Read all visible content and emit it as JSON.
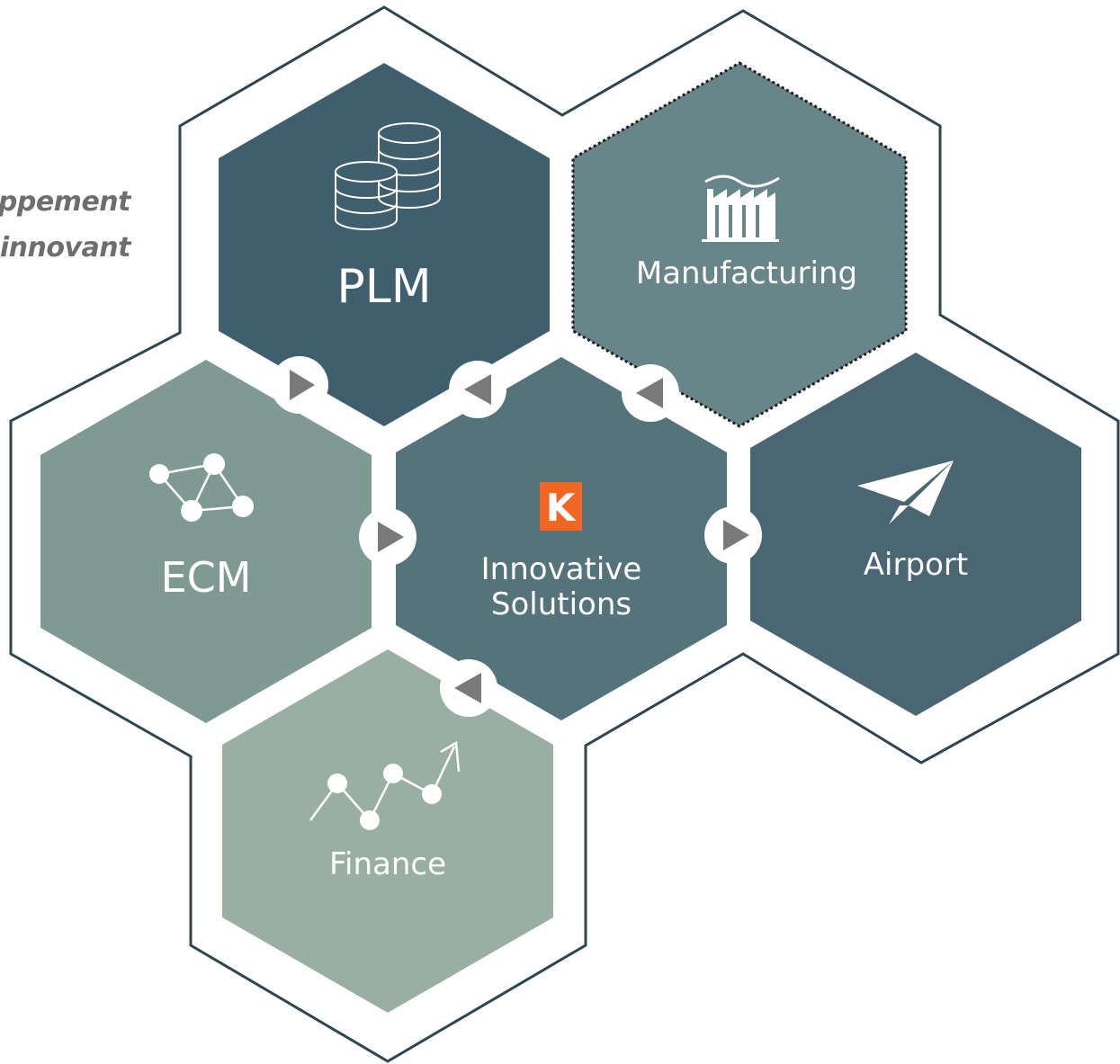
{
  "tagline": {
    "line1": "ppement",
    "line2": "innovant"
  },
  "hexagons": {
    "plm": {
      "label": "PLM",
      "icon": "database-coins-icon",
      "color": "#3f5f6f"
    },
    "manufacturing": {
      "label": "Manufacturing",
      "icon": "factory-icon",
      "color": "#68858a"
    },
    "center": {
      "label_line1": "Innovative",
      "label_line2": "Solutions",
      "logo_letter": "K",
      "logo_color": "#f26522",
      "color": "#55737b"
    },
    "ecm": {
      "label": "ECM",
      "icon": "network-nodes-icon",
      "color": "#7f9a93"
    },
    "airport": {
      "label": "Airport",
      "icon": "paper-plane-icon",
      "color": "#4a6672"
    },
    "finance": {
      "label": "Finance",
      "icon": "trend-up-chart-icon",
      "color": "#9aafa4"
    }
  },
  "outline_color": "#2c4652",
  "connector_color": "#7a7a7a"
}
